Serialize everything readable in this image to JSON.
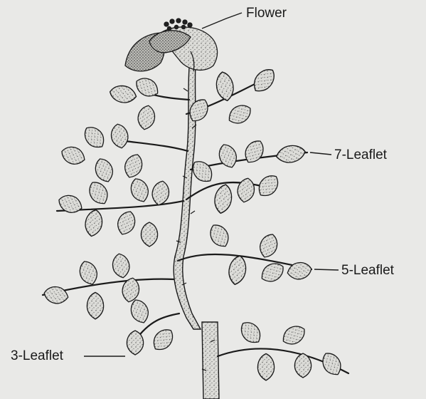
{
  "labels": {
    "flower": "Flower",
    "seven_leaflet": "7-Leaflet",
    "five_leaflet": "5-Leaflet",
    "three_leaflet": "3-Leaflet"
  },
  "colors": {
    "background": "#e9e9e7",
    "ink": "#1a1a1a",
    "leaf_fill": "#d4d4d0"
  }
}
